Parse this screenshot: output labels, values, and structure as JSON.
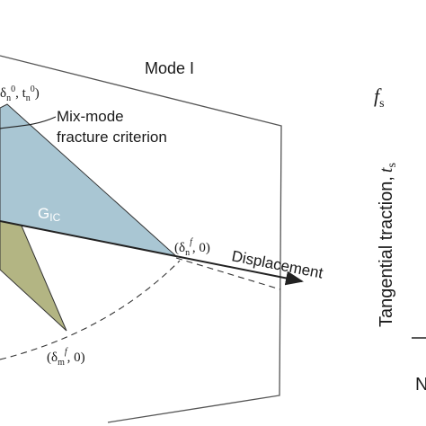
{
  "labels": {
    "plane_title": "Mode I",
    "criterion_line1": "Mix-mode",
    "criterion_line2": "fracture criterion",
    "energy_main": "G",
    "energy_sub": "IC",
    "axis_displacement": "Displacement",
    "axis_tangential": "Tangential traction,",
    "axis_tangential_symbol": "t",
    "axis_tangential_sub": "s",
    "fs_symbol": "f",
    "fs_sub": "s",
    "peak_point": "δn0, tn0)",
    "delta_n_f": "(δnf, 0)",
    "delta_m_f": "(δmf, 0)",
    "cut_text": "N"
  },
  "colors": {
    "mode_i_triangle": "#a9c6d3",
    "mixed_triangle": "#b3b583",
    "line": "#222222",
    "plane_edge": "#555555",
    "dash": "#333333"
  }
}
